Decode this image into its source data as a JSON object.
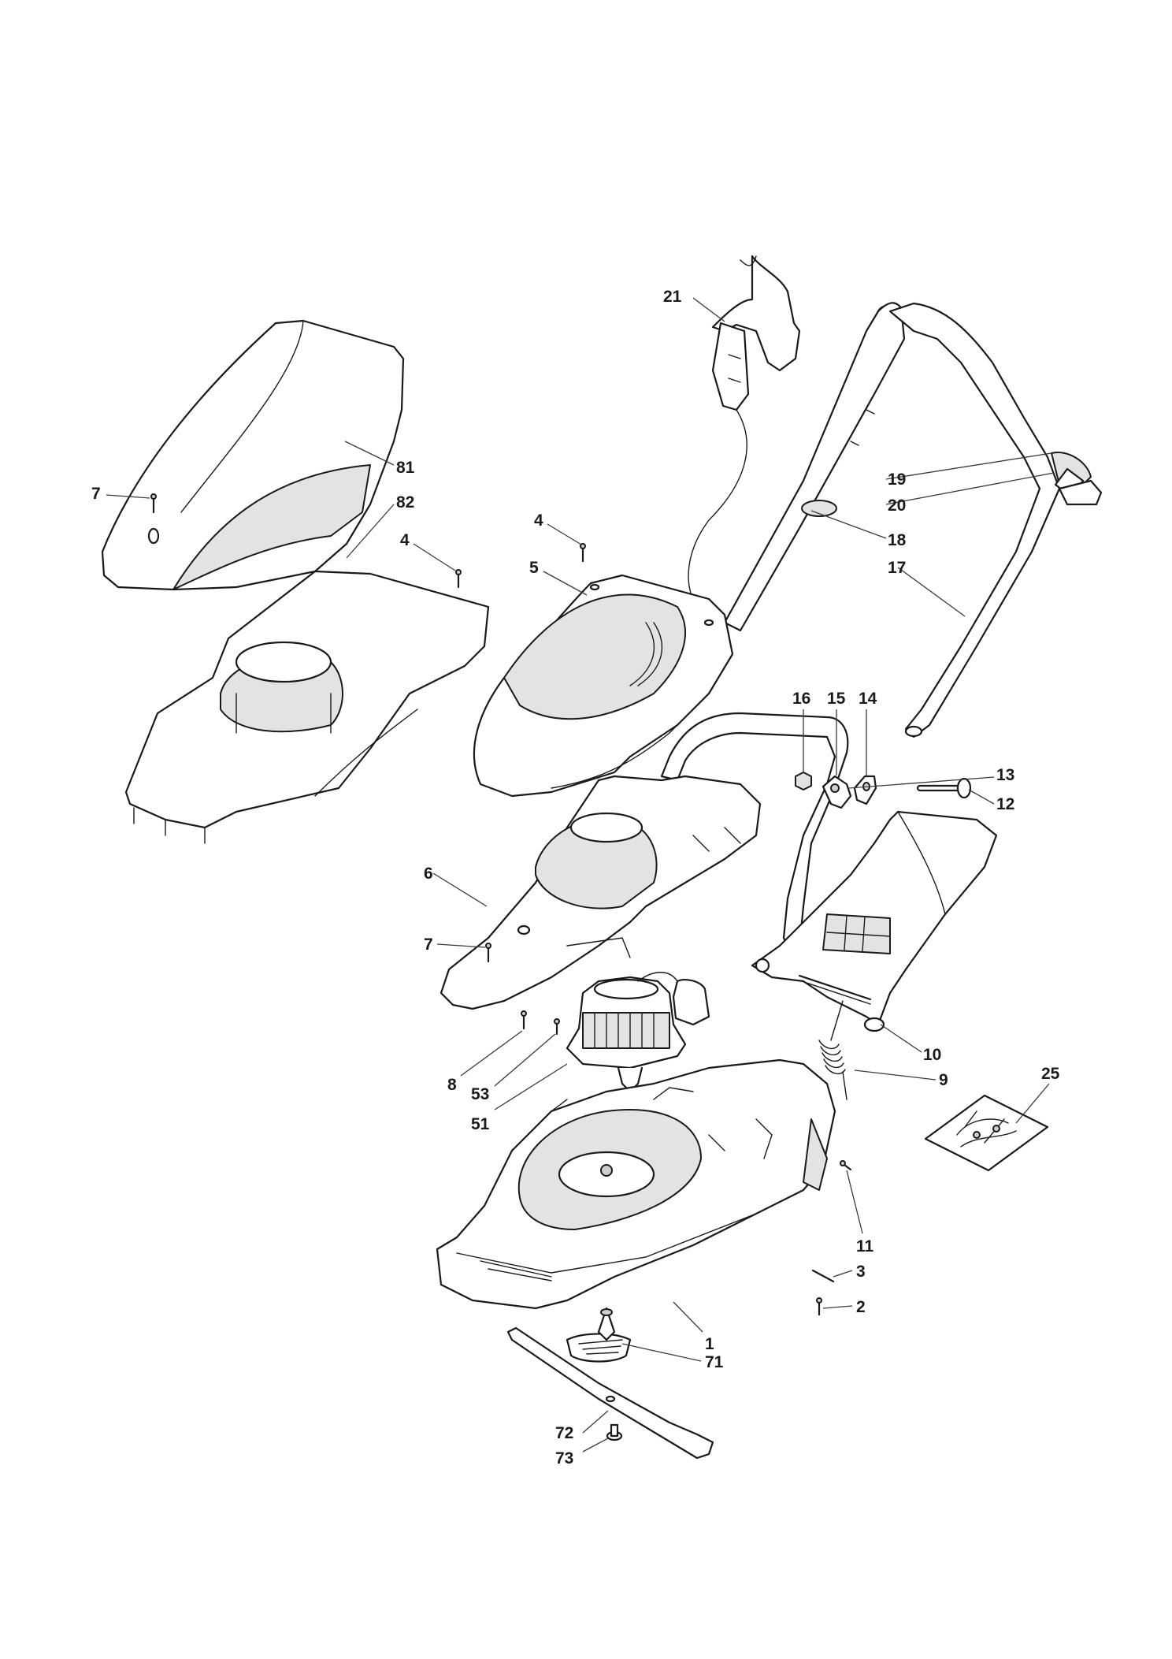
{
  "callouts": [
    {
      "id": "c21",
      "text": "21"
    },
    {
      "id": "c81",
      "text": "81"
    },
    {
      "id": "c7a",
      "text": "7"
    },
    {
      "id": "c82",
      "text": "82"
    },
    {
      "id": "c4a",
      "text": "4"
    },
    {
      "id": "c4b",
      "text": "4"
    },
    {
      "id": "c5",
      "text": "5"
    },
    {
      "id": "c19",
      "text": "19"
    },
    {
      "id": "c20",
      "text": "20"
    },
    {
      "id": "c18",
      "text": "18"
    },
    {
      "id": "c17",
      "text": "17"
    },
    {
      "id": "c16",
      "text": "16"
    },
    {
      "id": "c15",
      "text": "15"
    },
    {
      "id": "c14",
      "text": "14"
    },
    {
      "id": "c13",
      "text": "13"
    },
    {
      "id": "c12",
      "text": "12"
    },
    {
      "id": "c6",
      "text": "6"
    },
    {
      "id": "c7b",
      "text": "7"
    },
    {
      "id": "c10",
      "text": "10"
    },
    {
      "id": "c8",
      "text": "8"
    },
    {
      "id": "c53",
      "text": "53"
    },
    {
      "id": "c9",
      "text": "9"
    },
    {
      "id": "c25",
      "text": "25"
    },
    {
      "id": "c51",
      "text": "51"
    },
    {
      "id": "c11",
      "text": "11"
    },
    {
      "id": "c3",
      "text": "3"
    },
    {
      "id": "c2",
      "text": "2"
    },
    {
      "id": "c1",
      "text": "1"
    },
    {
      "id": "c71",
      "text": "71"
    },
    {
      "id": "c72",
      "text": "72"
    },
    {
      "id": "c73",
      "text": "73"
    }
  ]
}
